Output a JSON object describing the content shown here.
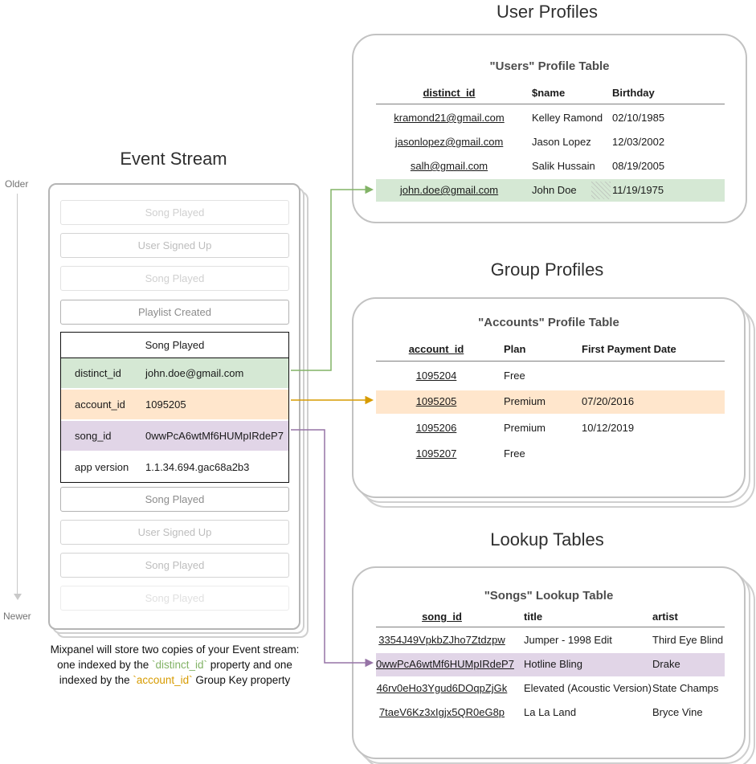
{
  "header": {
    "event_stream": "Event Stream",
    "user_profiles": "User Profiles",
    "group_profiles": "Group Profiles",
    "lookup_tables": "Lookup Tables"
  },
  "timeline": {
    "older": "Older",
    "newer": "Newer"
  },
  "stream": {
    "before": [
      {
        "label": "Song Played"
      },
      {
        "label": "User Signed Up"
      },
      {
        "label": "Song Played"
      },
      {
        "label": "Playlist Created"
      }
    ],
    "card": {
      "title": "Song Played",
      "props": [
        {
          "key": "distinct_id",
          "value": "john.doe@gmail.com",
          "highlight": "green"
        },
        {
          "key": "account_id",
          "value": "1095205",
          "highlight": "orange"
        },
        {
          "key": "song_id",
          "value": "0wwPcA6wtMf6HUMpIRdeP7",
          "highlight": "purple"
        },
        {
          "key": "app version",
          "value": "1.1.34.694.gac68a2b3",
          "highlight": "none"
        }
      ]
    },
    "after": [
      {
        "label": "Song Played"
      },
      {
        "label": "User Signed Up"
      },
      {
        "label": "Song Played"
      },
      {
        "label": "Song Played"
      }
    ]
  },
  "users": {
    "title": "\"Users\" Profile Table",
    "columns": {
      "c1": "distinct_id",
      "c2": "$name",
      "c3": "Birthday"
    },
    "rows": [
      {
        "id": "kramond21@gmail.com",
        "name": "Kelley Ramond",
        "birthday": "02/10/1985"
      },
      {
        "id": "jasonlopez@gmail.com",
        "name": "Jason Lopez",
        "birthday": "12/03/2002"
      },
      {
        "id": "salh@gmail.com",
        "name": "Salik Hussain",
        "birthday": "08/19/2005"
      },
      {
        "id": "john.doe@gmail.com",
        "name": "John Doe",
        "birthday": "11/19/1975"
      }
    ],
    "highlighted_row_index": 3
  },
  "accounts": {
    "title": "\"Accounts\" Profile Table",
    "columns": {
      "c1": "account_id",
      "c2": "Plan",
      "c3": "First Payment Date"
    },
    "rows": [
      {
        "id": "1095204",
        "plan": "Free",
        "date": ""
      },
      {
        "id": "1095205",
        "plan": "Premium",
        "date": "07/20/2016"
      },
      {
        "id": "1095206",
        "plan": "Premium",
        "date": "10/12/2019"
      },
      {
        "id": "1095207",
        "plan": "Free",
        "date": ""
      }
    ],
    "highlighted_row_index": 1
  },
  "songs": {
    "title": "\"Songs\" Lookup Table",
    "columns": {
      "c1": "song_id",
      "c2": "title",
      "c3": "artist"
    },
    "rows": [
      {
        "id": "3354J49VpkbZJho7Ztdzpw",
        "title": "Jumper - 1998 Edit",
        "artist": "Third Eye Blind"
      },
      {
        "id": "0wwPcA6wtMf6HUMpIRdeP7",
        "title": "Hotline Bling",
        "artist": "Drake"
      },
      {
        "id": "46rv0eHo3Ygud6DOqpZjGk",
        "title": "Elevated (Acoustic Version)",
        "artist": "State Champs"
      },
      {
        "id": "7taeV6Kz3xIgjx5QR0eG8p",
        "title": "La La Land",
        "artist": "Bryce Vine"
      }
    ],
    "highlighted_row_index": 1
  },
  "caption": {
    "line1": "Mixpanel will store two copies of your Event stream:",
    "line2a": "one indexed by the ",
    "line2b": "`distinct_id`",
    "line2c": " property and one",
    "line3a": "indexed by the ",
    "line3b": "`account_id`",
    "line3c": " Group Key property"
  },
  "colors": {
    "green_fill": "#d5e8d4",
    "orange_fill": "#ffe6cc",
    "purple_fill": "#e1d5e7",
    "green_stroke": "#82b366",
    "orange_stroke": "#d79b00",
    "purple_stroke": "#9673a6"
  }
}
